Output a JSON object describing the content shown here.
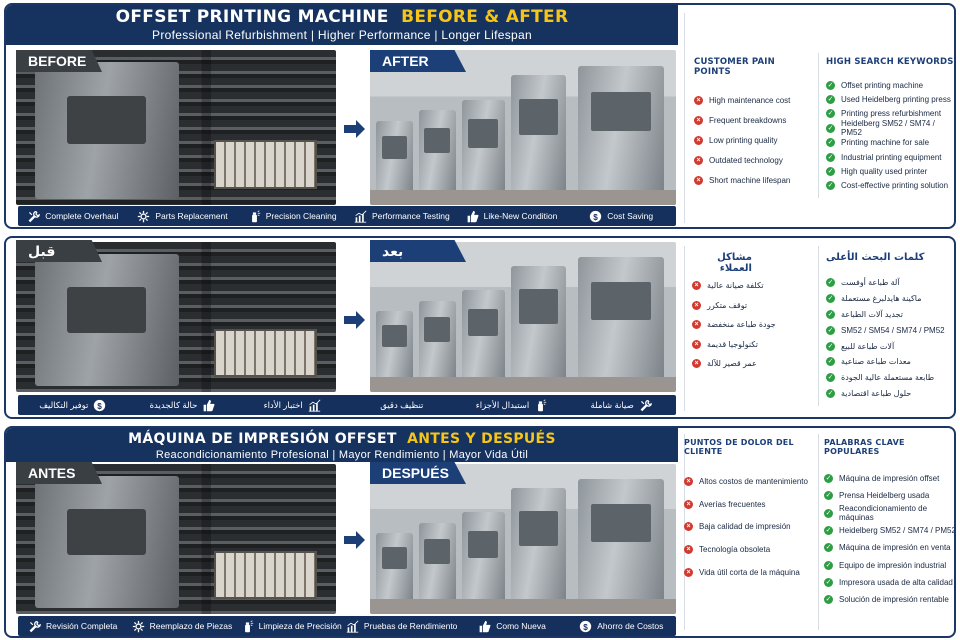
{
  "en": {
    "title_main": "OFFSET PRINTING MACHINE",
    "title_accent": "BEFORE & AFTER",
    "subtitle": "Professional Refurbishment  |  Higher Performance  |  Longer Lifespan",
    "before_label": "BEFORE",
    "after_label": "AFTER",
    "features": [
      "Complete Overhaul",
      "Parts Replacement",
      "Precision Cleaning",
      "Performance Testing",
      "Like-New Condition",
      "Cost Saving"
    ],
    "pain_title": "CUSTOMER PAIN POINTS",
    "pain_points": [
      "High maintenance cost",
      "Frequent breakdowns",
      "Low printing quality",
      "Outdated technology",
      "Short machine lifespan"
    ],
    "kw_title": "HIGH SEARCH KEYWORDS",
    "keywords": [
      "Offset printing machine",
      "Used Heidelberg printing press",
      "Printing press refurbishment",
      "Heidelberg SM52 / SM74 / PM52",
      "Printing machine for sale",
      "Industrial printing equipment",
      "High quality used printer",
      "Cost-effective printing solution"
    ]
  },
  "ar": {
    "before_label": "قبل",
    "after_label": "بعد",
    "features": [
      "صيانة شاملة",
      "استبدال الأجزاء",
      "تنظيف دقيق",
      "اختبار الأداء",
      "حالة كالجديدة",
      "توفير التكاليف"
    ],
    "pain_title": "مشاكل العملاء",
    "pain_points": [
      "تكلفة صيانة عالية",
      "توقف متكرر",
      "جودة طباعة منخفضة",
      "تكنولوجيا قديمة",
      "عمر قصير للآلة"
    ],
    "kw_title": "كلمات البحث الأعلى",
    "keywords": [
      "آلة طباعة أوفست",
      "ماكينة هايدلبرغ مستعملة",
      "تجديد آلات الطباعة",
      "SM52 / SM54 / SM74 / PM52",
      "آلات طباعة للبيع",
      "معدات طباعة صناعية",
      "طابعة مستعملة عالية الجودة",
      "حلول طباعة اقتصادية"
    ]
  },
  "es": {
    "title_main": "MÁQUINA DE IMPRESIÓN OFFSET",
    "title_accent": "ANTES Y DESPUÉS",
    "subtitle": "Reacondicionamiento Profesional  |  Mayor Rendimiento  |  Mayor Vida Útil",
    "before_label": "ANTES",
    "after_label": "DESPUÉS",
    "features": [
      "Revisión Completa",
      "Reemplazo de Piezas",
      "Limpieza de Precisión",
      "Pruebas de Rendimiento",
      "Como Nueva",
      "Ahorro de Costos"
    ],
    "pain_title": "PUNTOS DE DOLOR DEL CLIENTE",
    "pain_points": [
      "Altos costos de mantenimiento",
      "Averías frecuentes",
      "Baja calidad de impresión",
      "Tecnología obsoleta",
      "Vida útil corta de la máquina"
    ],
    "kw_title": "PALABRAS CLAVE POPULARES",
    "keywords": [
      "Máquina de impresión offset",
      "Prensa Heidelberg usada",
      "Reacondicionamiento de máquinas",
      "Heidelberg SM52 / SM74 / PM52",
      "Máquina de impresión en venta",
      "Equipo de impresión industrial",
      "Impresora usada de alta calidad",
      "Solución de impresión rentable"
    ]
  },
  "colors": {
    "navy": "#16325f",
    "accent": "#f5c518",
    "bad": "#d33a2f",
    "good": "#2e9e45"
  },
  "feature_icons": [
    "wrench-screwdriver-icon",
    "gear-icon",
    "spray-icon",
    "chart-icon",
    "thumbs-up-icon",
    "dollar-icon"
  ]
}
